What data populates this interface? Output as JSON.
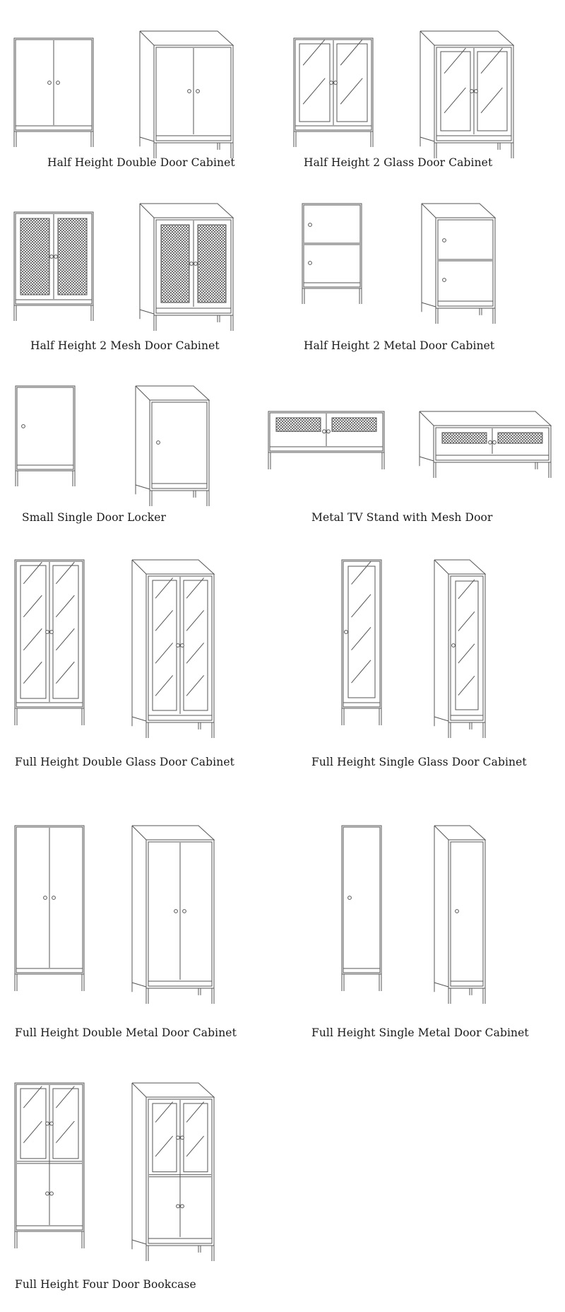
{
  "products": [
    {
      "name": "Half Height Double Door Cabinet"
    },
    {
      "name": "Half Height 2 Glass Door Cabinet"
    },
    {
      "name": "Half Height 2 Mesh Door Cabinet"
    },
    {
      "name": "Half Height 2 Metal Door Cabinet"
    },
    {
      "name": "Small Single Door Locker"
    },
    {
      "name": "Metal TV Stand with Mesh Door"
    },
    {
      "name": "Full Height Double Glass Door Cabinet"
    },
    {
      "name": "Full Height Single Glass Door Cabinet"
    },
    {
      "name": "Full Height Double Metal Door Cabinet"
    },
    {
      "name": "Full Height Single Metal Door Cabinet"
    },
    {
      "name": "Full Height Four Door Bookcase"
    }
  ],
  "colors": {
    "line": "#555555",
    "text": "#1a1a1a",
    "background": "#ffffff"
  }
}
